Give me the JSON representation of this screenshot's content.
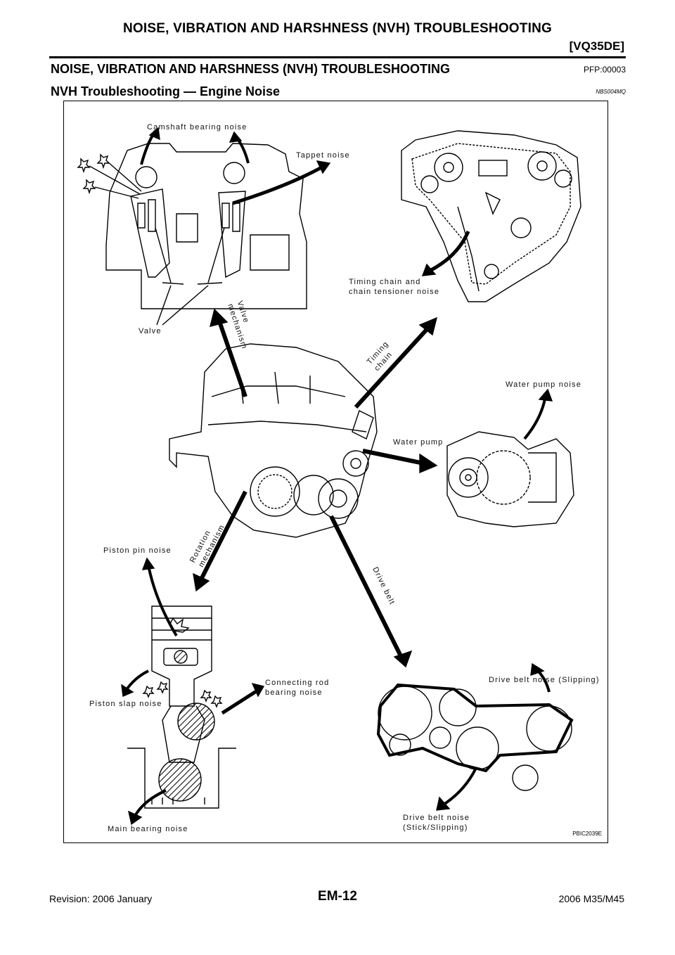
{
  "header": {
    "title": "NOISE, VIBRATION AND HARSHNESS (NVH) TROUBLESHOOTING",
    "engine": "[VQ35DE]"
  },
  "section": {
    "title": "NOISE, VIBRATION AND HARSHNESS (NVH) TROUBLESHOOTING",
    "code": "PFP:00003"
  },
  "subsection": {
    "title": "NVH Troubleshooting — Engine Noise",
    "code": "NBS004MQ"
  },
  "figure": {
    "labels": {
      "camshaft": "Camshaft bearing noise",
      "tappet": "Tappet noise",
      "valve": "Valve",
      "timing_noise": "Timing chain and\nchain tensioner noise",
      "valve_mechanism": "Valve\nmechanism",
      "timing_chain": "Timing\nchain",
      "water_pump_noise": "Water pump noise",
      "water_pump": "Water pump",
      "piston_pin": "Piston pin noise",
      "rotation_mechanism": "Rotation\nmechanism",
      "drive_belt": "Drive belt",
      "connecting_rod": "Connecting rod\nbearing noise",
      "piston_slap": "Piston slap noise",
      "drive_belt_slipping": "Drive belt noise (Slipping)",
      "main_bearing": "Main bearing noise",
      "drive_belt_stick": "Drive belt noise\n(Stick/Slipping)"
    },
    "code": "PBIC2039E"
  },
  "footer": {
    "revision": "Revision: 2006 January",
    "page": "EM-12",
    "model": "2006 M35/M45"
  }
}
